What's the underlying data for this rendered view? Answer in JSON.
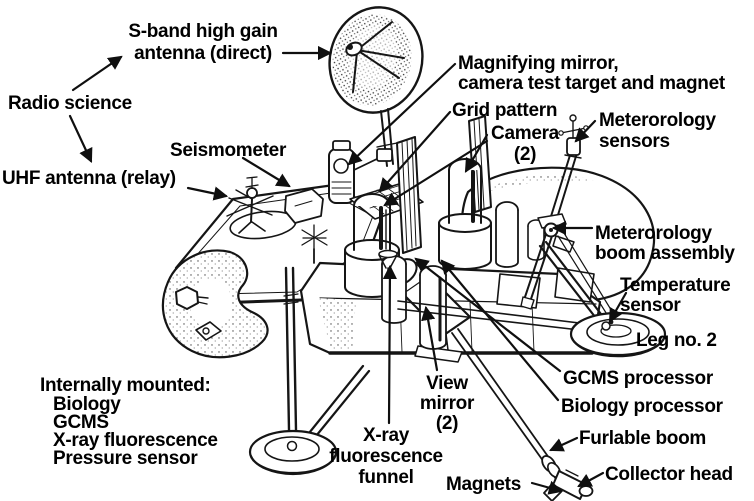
{
  "diagram": {
    "colors": {
      "ink": "#151515",
      "background": "#ffffff"
    },
    "labels": {
      "s_band": "S-band high gain\nantenna (direct)",
      "radio_science": "Radio science",
      "seismometer": "Seismometer",
      "uhf_antenna": "UHF antenna (relay)",
      "magnifying_mirror": "Magnifying mirror,\ncamera test target and magnet",
      "grid_pattern": "Grid pattern",
      "camera": "Camera\n(2)",
      "meteorology_sensors": "Meterorology\nsensors",
      "meteorology_boom": "Meterorology\nboom assembly",
      "temperature_sensor": "Temperature\nsensor",
      "leg_no_2": "Leg no. 2",
      "gcms_processor": "GCMS processor",
      "biology_processor": "Biology processor",
      "furlable_boom": "Furlable boom",
      "collector_head": "Collector head",
      "magnets": "Magnets",
      "view_mirror": "View\nmirror\n(2)",
      "xray_funnel": "X-ray\nfluorescence\nfunnel",
      "internal_heading": "Internally mounted:",
      "internal_items": [
        "Biology",
        "GCMS",
        "X-ray fluorescence",
        "Pressure sensor"
      ]
    }
  }
}
